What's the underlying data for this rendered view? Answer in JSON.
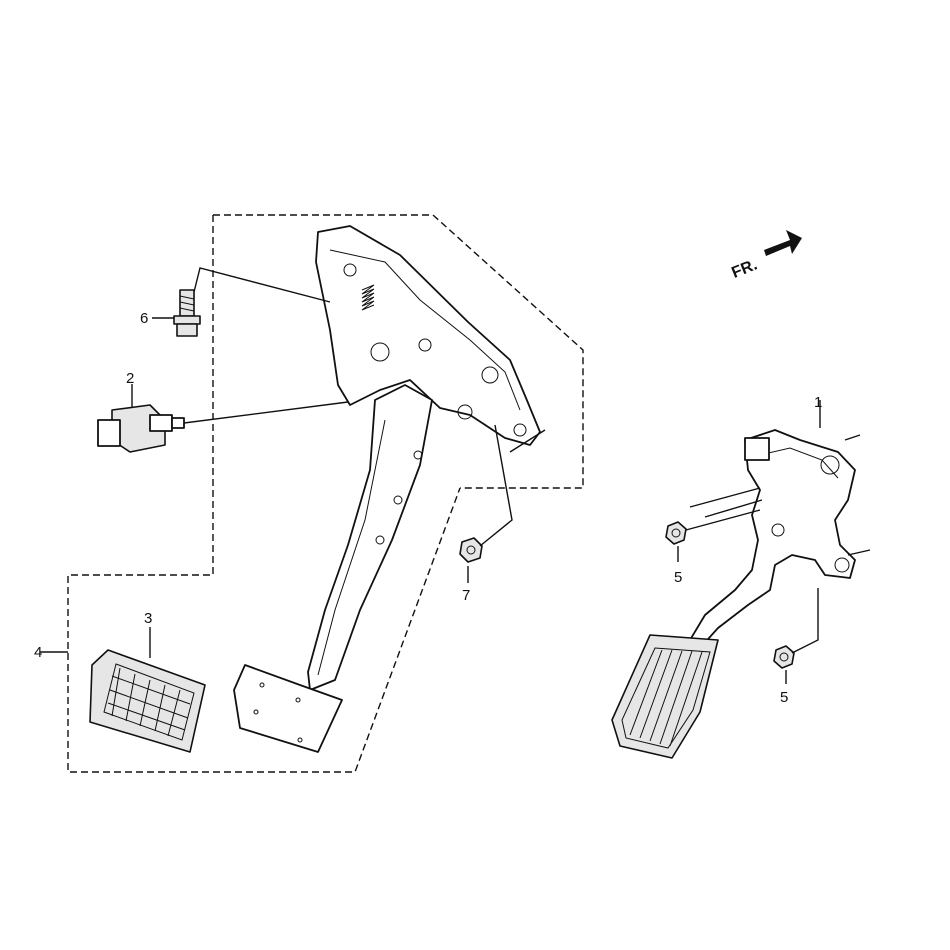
{
  "callouts": {
    "c1": "1",
    "c2": "2",
    "c3": "3",
    "c4": "4",
    "c5a": "5",
    "c5b": "5",
    "c6": "6",
    "c7": "7"
  },
  "direction": {
    "label": "FR."
  }
}
